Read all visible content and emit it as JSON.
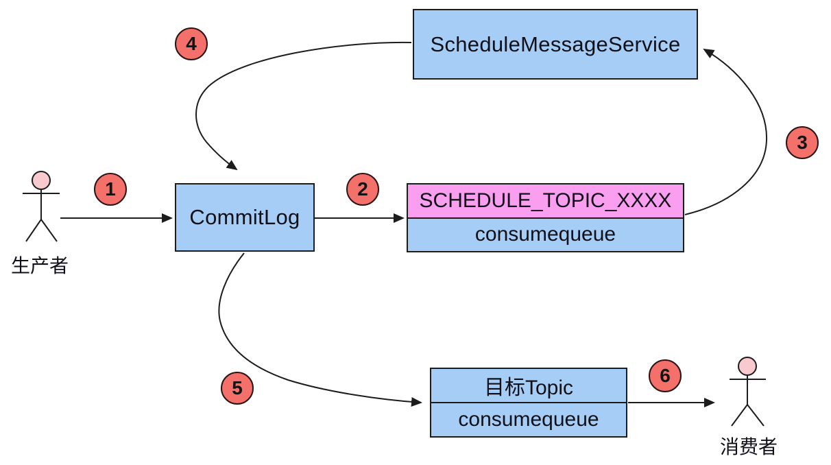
{
  "nodes": {
    "schedule_message_service": {
      "label": "ScheduleMessageService"
    },
    "commit_log": {
      "label": "CommitLog"
    },
    "schedule_topic": {
      "topic": "SCHEDULE_TOPIC_XXXX",
      "queue": "consumequeue"
    },
    "target_topic": {
      "topic": "目标Topic",
      "queue": "consumequeue"
    }
  },
  "actors": {
    "producer": {
      "label": "生产者"
    },
    "consumer": {
      "label": "消费者"
    }
  },
  "step_badges": [
    {
      "label": "1"
    },
    {
      "label": "2"
    },
    {
      "label": "3"
    },
    {
      "label": "4"
    },
    {
      "label": "5"
    },
    {
      "label": "6"
    }
  ],
  "colors": {
    "node_fill_blue": "#A5CDF6",
    "topic_fill_pink": "#FA9EF0",
    "badge_fill_red": "#F4706B",
    "actor_head_pink": "#F8C9CE",
    "stroke_dark": "#1C1C1C"
  }
}
